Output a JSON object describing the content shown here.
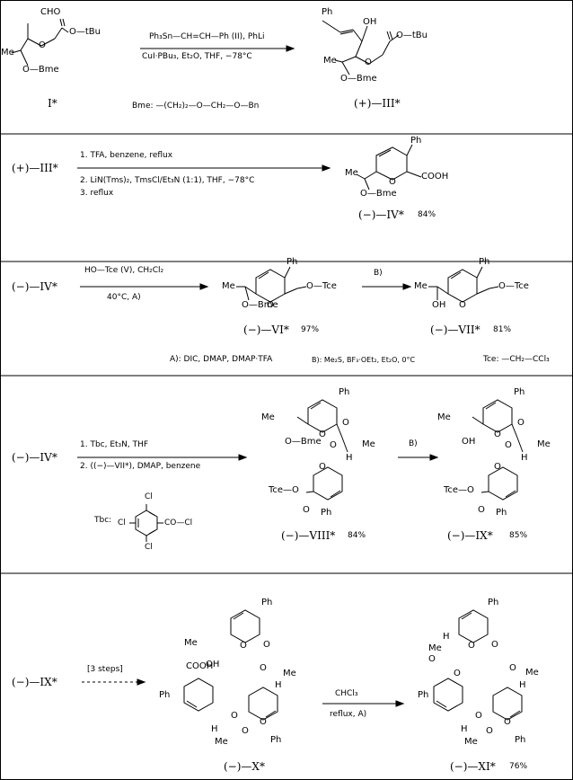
{
  "row1": {
    "start_label": "I*",
    "cho": "CHO",
    "obtu": "O—tBu",
    "o_ring": "O",
    "me": "Me",
    "obme": "O—Bme",
    "reagent_top": "Ph₃Sn—CH=CH—Ph  (II), PhLi",
    "reagent_bottom": "CuI·PBu₃,  Et₂O,  THF,  −78°C",
    "bme_def": "Bme:  —(CH₂)₂—O—CH₂—O—Bn",
    "product_label": "(+)—III*",
    "ph": "Ph",
    "oh": "OH",
    "obu": "O—tBu"
  },
  "row2": {
    "start_label": "(+)—III*",
    "step1": "1. TFA,  benzene,  reflux",
    "step2": "2. LiN(Tms)₂, TmsCl/Et₃N (1:1), THF, −78°C",
    "step3": "3. reflux",
    "product_label": "(−)—IV*",
    "yield": "84%",
    "ph": "Ph",
    "cooh": "COOH",
    "me": "Me",
    "obme": "O—Bme",
    "o": "O"
  },
  "row3": {
    "start_label": "(−)—IV*",
    "reagent_top": "HO—Tce   (V),  CH₂Cl₂",
    "reagent_bottom": "40°C,  A)",
    "product_label": "(−)—VI*",
    "product_yield": "97%",
    "b_label": "B)",
    "product2_label": "(−)—VII*",
    "product2_yield": "81%",
    "ph": "Ph",
    "o_tce": "O—Tce",
    "obme": "O—Bme",
    "oh": "OH",
    "me": "Me",
    "o": "O",
    "footnote_a": "A):  DIC,  DMAP,  DMAP·TFA",
    "footnote_b": "B):  Me₂S,  BF₃·OEt₂,  Et₂O,  0°C",
    "footnote_tce": "Tce:   —CH₂—CCl₃"
  },
  "row4": {
    "start_label": "(−)—IV*",
    "step1": "1. Tbc,  Et₃N,  THF",
    "step2": "2. ((−)—VII*),  DMAP,  benzene",
    "tbc_label": "Tbc:",
    "cl": "Cl",
    "co_cl": "CO—Cl",
    "product_label": "(−)—VIII*",
    "product_yield": "84%",
    "b_label": "B)",
    "product2_label": "(−)—IX*",
    "product2_yield": "85%",
    "ph": "Ph",
    "me": "Me",
    "obme": "O—Bme",
    "oh": "OH",
    "tce_o": "Tce—O",
    "o": "O",
    "h": "H"
  },
  "row5": {
    "start_label": "(−)—IX*",
    "steps": "[3 steps]",
    "reagent_top": "CHCl₃",
    "reagent_bottom": "reflux,   A)",
    "product_label": "(−)—X*",
    "product2_label": "(−)—XI*",
    "product2_yield": "76%",
    "ph": "Ph",
    "me": "Me",
    "oh": "OH",
    "cooh": "COOH",
    "o": "O",
    "h": "H"
  }
}
